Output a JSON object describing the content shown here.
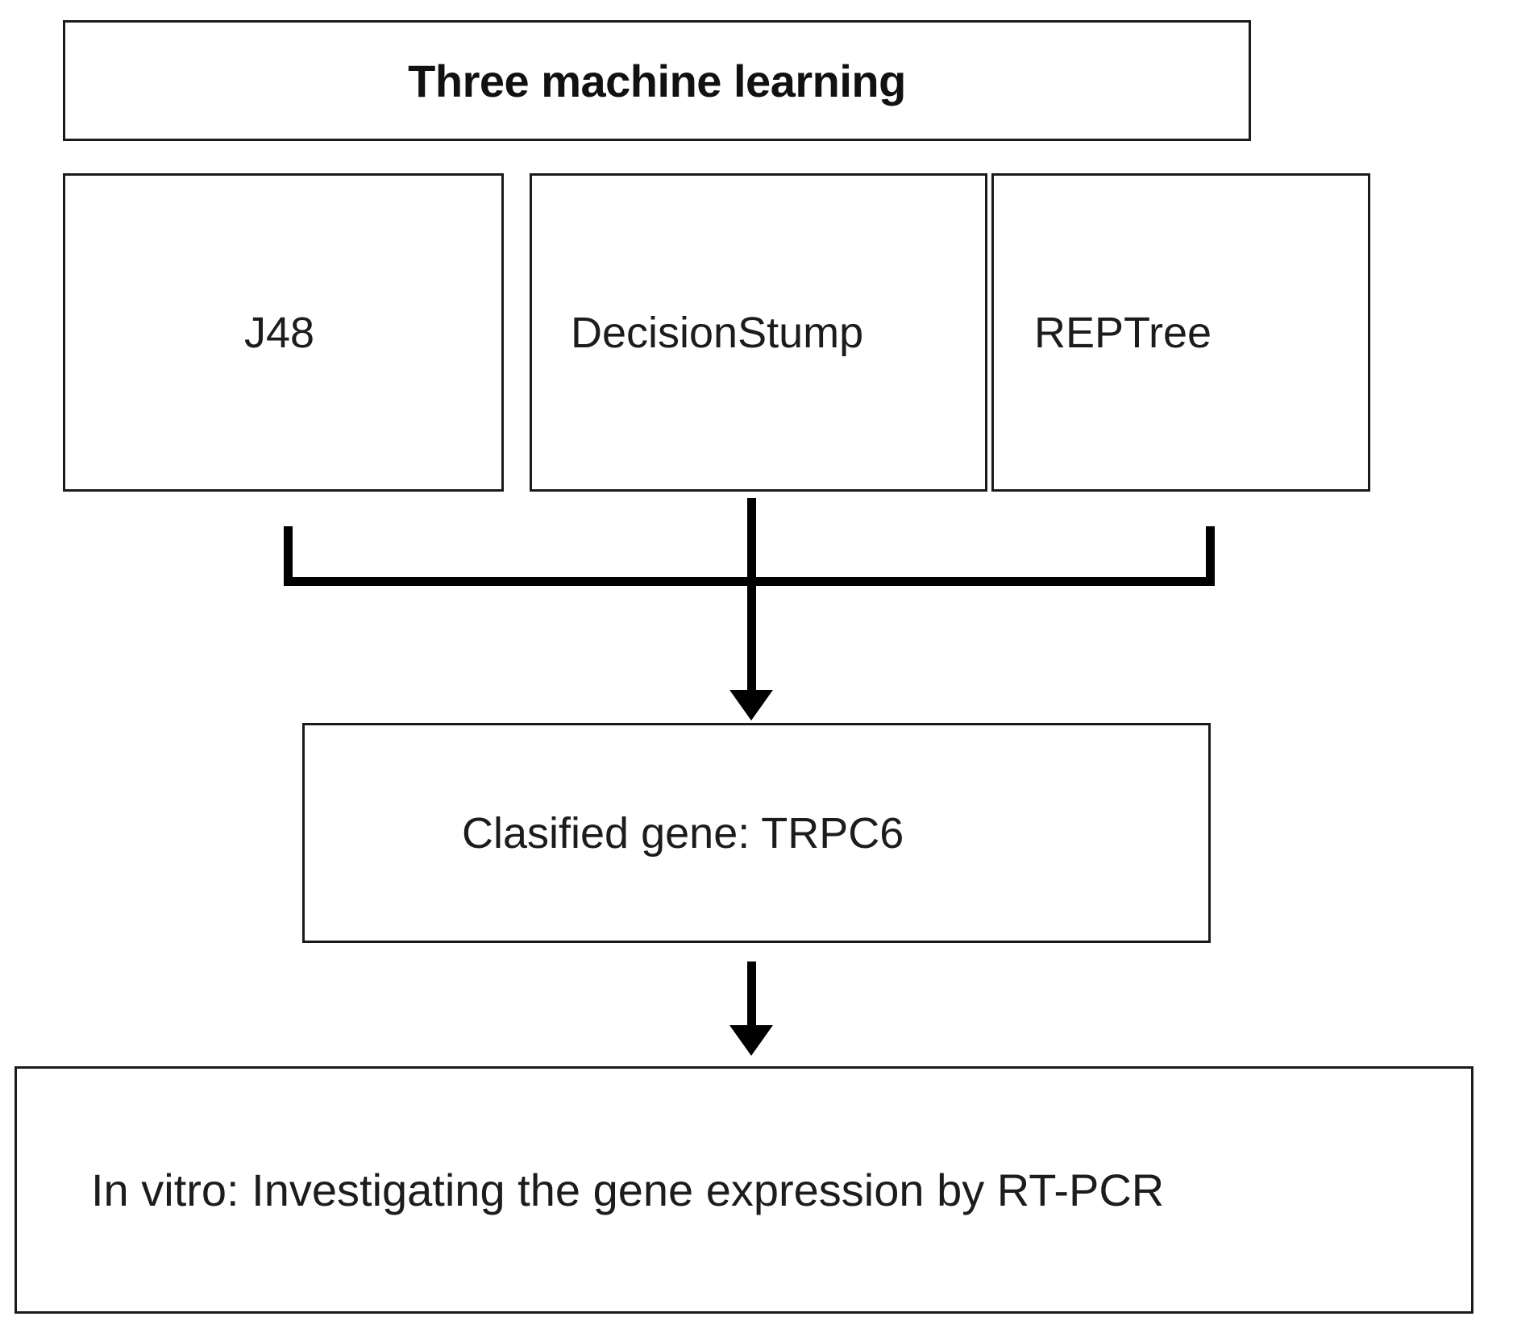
{
  "diagram": {
    "title_box": {
      "label": "Three machine learning"
    },
    "model_boxes": [
      {
        "label": "J48"
      },
      {
        "label": "DecisionStump"
      },
      {
        "label": "REPTree"
      }
    ],
    "result_box": {
      "label": "Clasified gene: TRPC6"
    },
    "invitro_box": {
      "label": "In vitro: Investigating the gene expression by RT-PCR"
    },
    "connectors": {
      "bracket_label": "",
      "arrow_down_1_label": "",
      "arrow_down_2_label": ""
    },
    "colors": {
      "stroke": "#1a1a1a",
      "connector": "#000000",
      "text": "#1c1c1c",
      "background": "#ffffff"
    }
  }
}
